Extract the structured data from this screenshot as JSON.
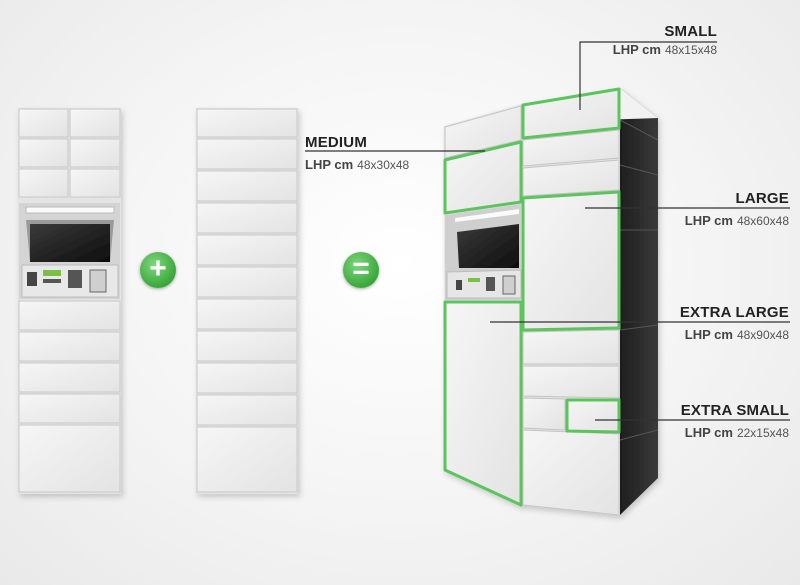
{
  "operators": {
    "plus": "+",
    "equals": "="
  },
  "labels": {
    "small": {
      "title": "SMALL",
      "unit": "LHP cm",
      "dims": "48x15x48"
    },
    "medium": {
      "title": "MEDIUM",
      "unit": "LHP cm",
      "dims": "48x30x48"
    },
    "large": {
      "title": "LARGE",
      "unit": "LHP cm",
      "dims": "48x60x48"
    },
    "extra_large": {
      "title": "EXTRA LARGE",
      "unit": "LHP cm",
      "dims": "48x90x48"
    },
    "extra_small": {
      "title": "EXTRA SMALL",
      "unit": "LHP cm",
      "dims": "22x15x48"
    }
  },
  "colors": {
    "highlight": "#5cc45c",
    "line": "#333333",
    "cabinet_dark": "#2b2b2b",
    "door": "#eeeeee"
  }
}
